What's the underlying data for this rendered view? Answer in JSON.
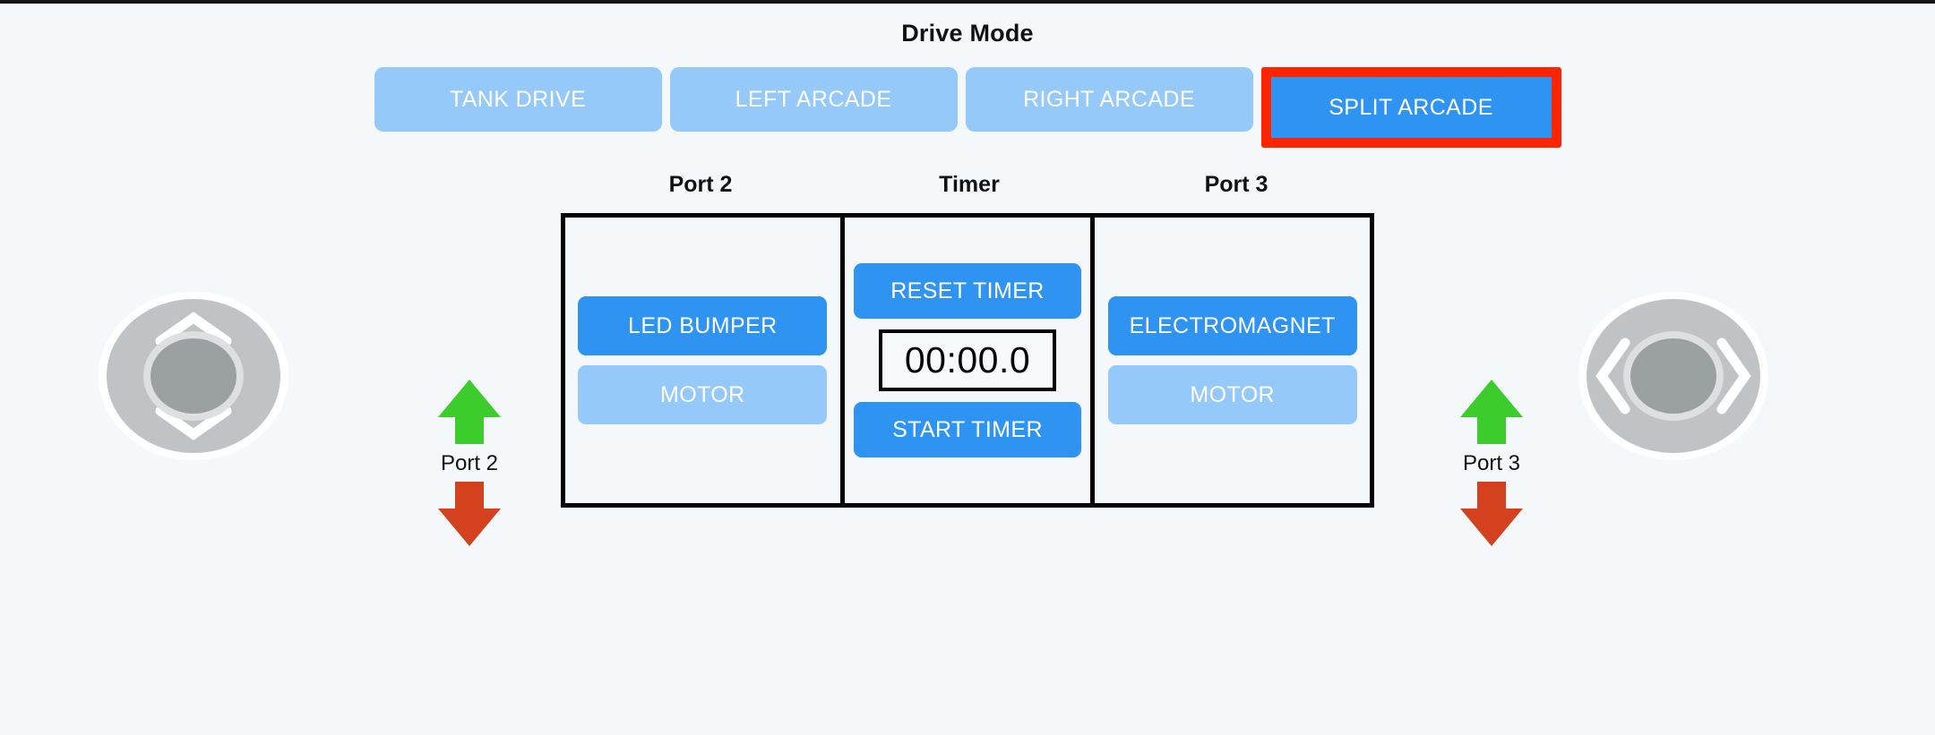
{
  "header": {
    "title": "Drive Mode"
  },
  "drive_modes": [
    {
      "label": "TANK DRIVE",
      "name": "tank-drive",
      "active": false,
      "selected": false
    },
    {
      "label": "LEFT ARCADE",
      "name": "left-arcade",
      "active": false,
      "selected": false
    },
    {
      "label": "RIGHT ARCADE",
      "name": "right-arcade",
      "active": false,
      "selected": false
    },
    {
      "label": "SPLIT ARCADE",
      "name": "split-arcade",
      "active": true,
      "selected": true
    }
  ],
  "panel": {
    "labels": {
      "port2": "Port 2",
      "timer": "Timer",
      "port3": "Port 3"
    },
    "port2": {
      "device_button": "LED BUMPER",
      "motor_button": "MOTOR"
    },
    "timer": {
      "reset_button": "RESET TIMER",
      "display": "00:00.0",
      "start_button": "START TIMER"
    },
    "port3": {
      "device_button": "ELECTROMAGNET",
      "motor_button": "MOTOR"
    }
  },
  "port_indicators": {
    "left": {
      "label": "Port 2",
      "up_icon": "arrow-up-icon",
      "down_icon": "arrow-down-icon"
    },
    "right": {
      "label": "Port 3",
      "up_icon": "arrow-up-icon",
      "down_icon": "arrow-down-icon"
    }
  },
  "joysticks": {
    "left": {
      "axis": "vertical",
      "up_icon": "chevron-up-icon",
      "down_icon": "chevron-down-icon"
    },
    "right": {
      "axis": "horizontal",
      "left_icon": "chevron-left-icon",
      "right_icon": "chevron-right-icon"
    }
  },
  "colors": {
    "background": "#f4f8fa",
    "accent_blue": "#2f93f2",
    "inactive_blue": "#95c9fa",
    "selection_red": "#fd2400",
    "arrow_green": "#3ccc2b",
    "arrow_red": "#d4411f",
    "panel_border": "#000000"
  }
}
